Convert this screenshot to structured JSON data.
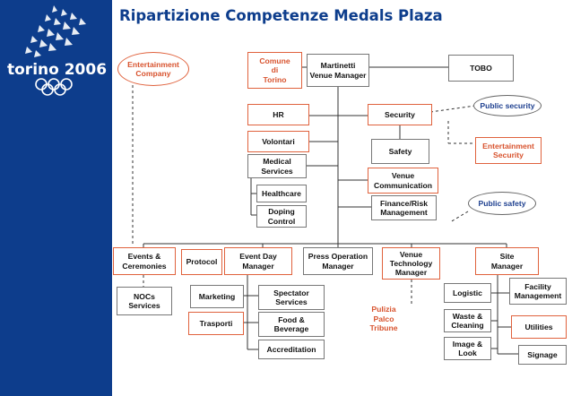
{
  "title": "Ripartizione Competenze Medals Plaza",
  "logo": {
    "text": "torino 2006",
    "colors": {
      "rings": "#ffffff",
      "background": "#0d3d8c"
    }
  },
  "colors": {
    "orange_border": "#e0623d",
    "orange_text": "#d8532e",
    "blue_text": "#1d3f8f",
    "title": "#0d3d8c"
  },
  "nodes": {
    "entertainment_company": {
      "l1": "Entertainment",
      "l2": "Company"
    },
    "comune_di_torino": {
      "l1": "Comune",
      "l2": "di",
      "l3": "Torino"
    },
    "martinetti": {
      "l1": "Martinetti",
      "l2": "Venue Manager"
    },
    "tobo": {
      "l1": "TOBO"
    },
    "public_security": {
      "l1": "Public security"
    },
    "hr": {
      "l1": "HR"
    },
    "security": {
      "l1": "Security"
    },
    "volontari": {
      "l1": "Volontari"
    },
    "safety": {
      "l1": "Safety"
    },
    "entertainment_security": {
      "l1": "Entertainment",
      "l2": "Security"
    },
    "medical_services": {
      "l1": "Medical",
      "l2": "Services"
    },
    "venue_communication": {
      "l1": "Venue",
      "l2": "Communication"
    },
    "healthcare": {
      "l1": "Healthcare"
    },
    "finance_risk": {
      "l1": "Finance/Risk",
      "l2": "Management"
    },
    "public_safety": {
      "l1": "Public safety"
    },
    "doping_control": {
      "l1": "Doping",
      "l2": "Control"
    },
    "events_ceremonies": {
      "l1": "Events &",
      "l2": "Ceremonies"
    },
    "protocol": {
      "l1": "Protocol"
    },
    "event_day_manager": {
      "l1": "Event Day",
      "l2": "Manager"
    },
    "press_operation": {
      "l1": "Press Operation",
      "l2": "Manager"
    },
    "venue_technology": {
      "l1": "Venue",
      "l2": "Technology",
      "l3": "Manager"
    },
    "site_manager": {
      "l1": "Site",
      "l2": "Manager"
    },
    "nocs_services": {
      "l1": "NOCs",
      "l2": "Services"
    },
    "marketing": {
      "l1": "Marketing"
    },
    "spectator_services": {
      "l1": "Spectator",
      "l2": "Services"
    },
    "trasporti": {
      "l1": "Trasporti"
    },
    "food_beverage": {
      "l1": "Food &",
      "l2": "Beverage"
    },
    "accreditation": {
      "l1": "Accreditation"
    },
    "pulizia_palco": {
      "l1": "Pulizia",
      "l2": "Palco",
      "l3": "Tribune"
    },
    "logistic": {
      "l1": "Logistic"
    },
    "facility_management": {
      "l1": "Facility",
      "l2": "Management"
    },
    "waste_cleaning": {
      "l1": "Waste &",
      "l2": "Cleaning"
    },
    "utilities": {
      "l1": "Utilities"
    },
    "image_look": {
      "l1": "Image &",
      "l2": "Look"
    },
    "signage": {
      "l1": "Signage"
    }
  }
}
